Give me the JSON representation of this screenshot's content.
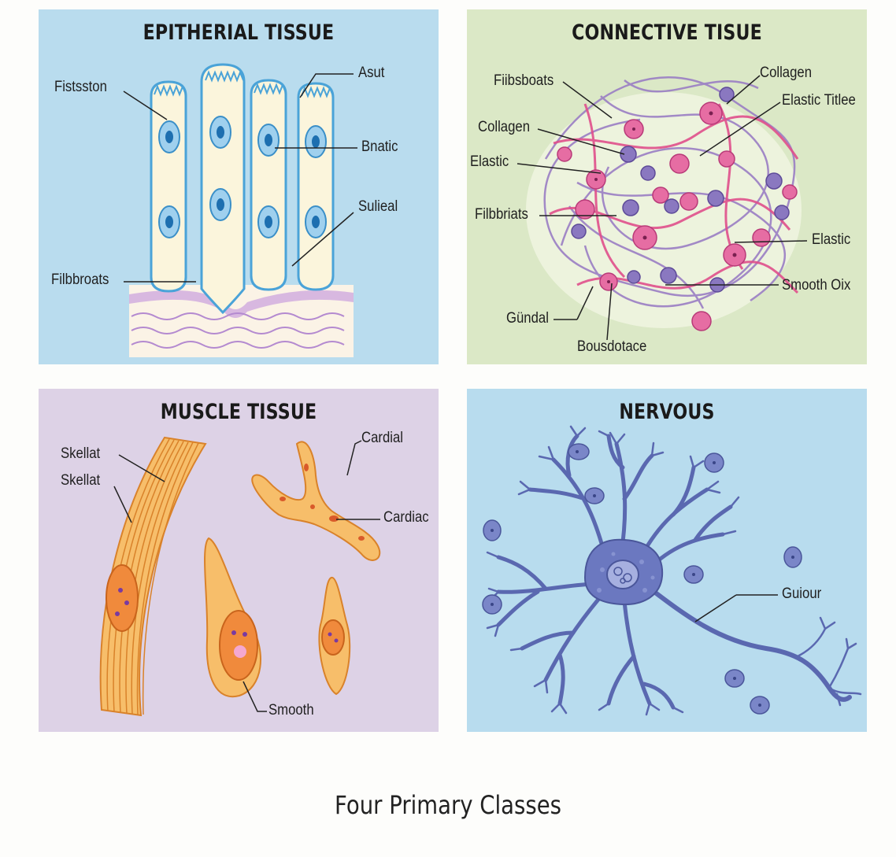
{
  "panels": {
    "epithelial": {
      "title": "EPITHERIAL TISSUE",
      "labels": [
        "Fistsston",
        "Asut",
        "Bnatic",
        "Sulieal",
        "Filbbroats"
      ]
    },
    "connective": {
      "title": "CONNECTIVE TISUE",
      "labels": [
        "Fiibsboats",
        "Collagen",
        "Elastic Titlee",
        "Collagen",
        "Elastic",
        "Filbbriats",
        "Elastic",
        "Smooth Oix",
        "Gündal",
        "Bousdotace"
      ]
    },
    "muscle": {
      "title": "MUSCLE TISSUE",
      "labels": [
        "Skellat",
        "Skellat",
        "Cardial",
        "Cardiac",
        "Smooth"
      ]
    },
    "nervous": {
      "title": "NERVOUS",
      "labels": [
        "Guiour"
      ]
    }
  },
  "footer": "Four Primary Classes",
  "colors": {
    "epithelial_bg": "#b9dcee",
    "connective_bg": "#dbe8c6",
    "muscle_bg": "#ddd2e6",
    "nervous_bg": "#b8dcee",
    "cell_fill": "#fbf5dc",
    "nucleus": "#4aa3d8",
    "collagen": "#e0508c",
    "elastic": "#9a7ec4",
    "muscle_orange": "#f0a040",
    "neuron": "#5a68b0"
  }
}
